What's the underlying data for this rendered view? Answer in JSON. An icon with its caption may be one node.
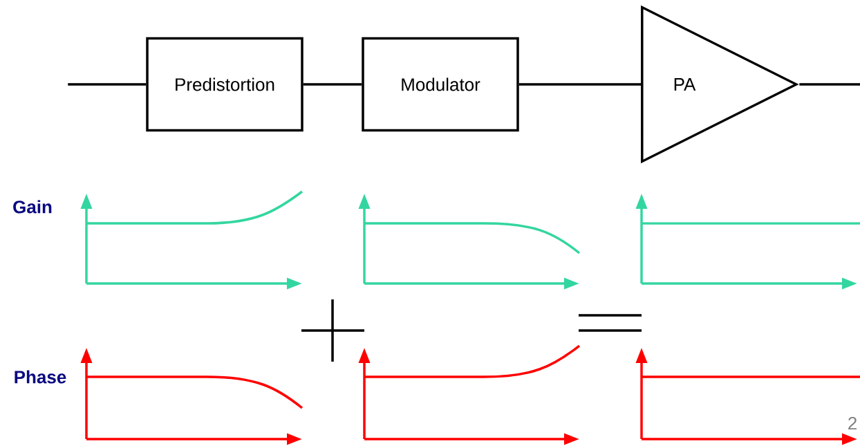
{
  "diagram": {
    "nodes": [
      {
        "text": [
          "Predistortion"
        ]
      },
      {
        "text": [
          "Modulator"
        ]
      },
      {
        "text": [
          "PA"
        ]
      }
    ],
    "edges": [
      {
        "from": null,
        "to": 0,
        "arrow": "none"
      },
      {
        "from": 0,
        "to": 1,
        "arrow": "none"
      },
      {
        "from": 1,
        "to": 2,
        "arrow": "none"
      },
      {
        "from": 2,
        "to": null,
        "arrow": "none"
      }
    ],
    "labels": [
      "Gain",
      "Phase",
      "2"
    ]
  }
}
